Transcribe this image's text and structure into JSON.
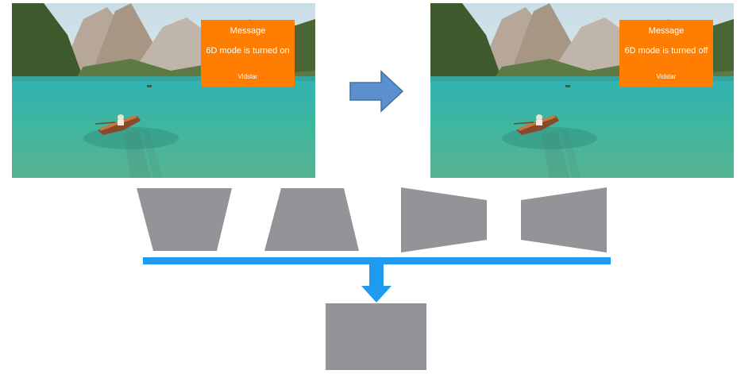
{
  "screens": [
    {
      "message": {
        "title": "Message",
        "text": "6D mode is turned on",
        "logo_text": "Vidstar"
      }
    },
    {
      "message": {
        "title": "Message",
        "text": "6D mode is turned off",
        "logo_text": "Vidstar"
      }
    }
  ],
  "colors": {
    "message_box": "#ff7d00",
    "arrow": "#5b8fd0",
    "bar": "#1e9bef",
    "shape": "#929497"
  }
}
